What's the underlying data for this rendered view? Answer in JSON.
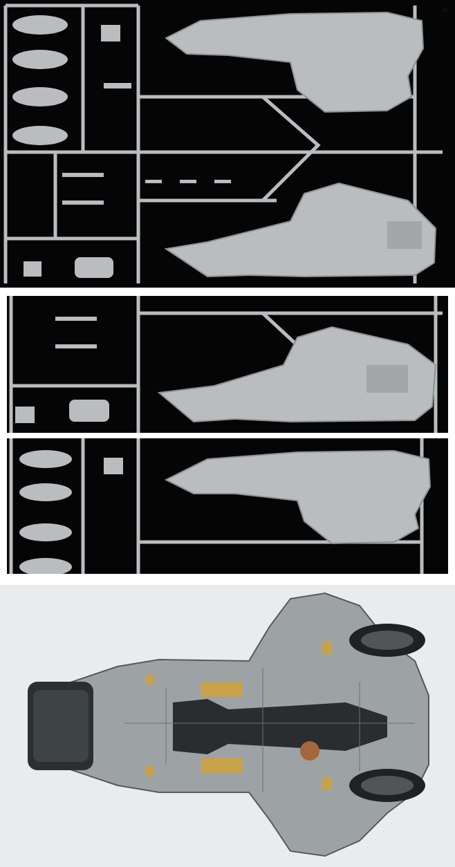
{
  "image": {
    "panels": [
      {
        "id": "sprue-a-full",
        "kind": "plastic model kit sprue, grey parts on black background"
      },
      {
        "id": "sprue-a-closeup-lower",
        "kind": "sprue detail, lower fuselage half"
      },
      {
        "id": "sprue-a-closeup-upper",
        "kind": "sprue detail, upper fuselage half"
      },
      {
        "id": "painted-fuselage",
        "kind": "assembled and weathered fuselage, bottom view on white background"
      }
    ],
    "sprue_letter": "A",
    "colors": {
      "sprue_background": "#050505",
      "plastic_grey": "#b9bdc0",
      "plastic_shadow": "#8c9195",
      "photo_background": "#e9ebec",
      "metal": "#9da2a4",
      "brass": "#c7a24a",
      "tire": "#1f2224"
    }
  }
}
